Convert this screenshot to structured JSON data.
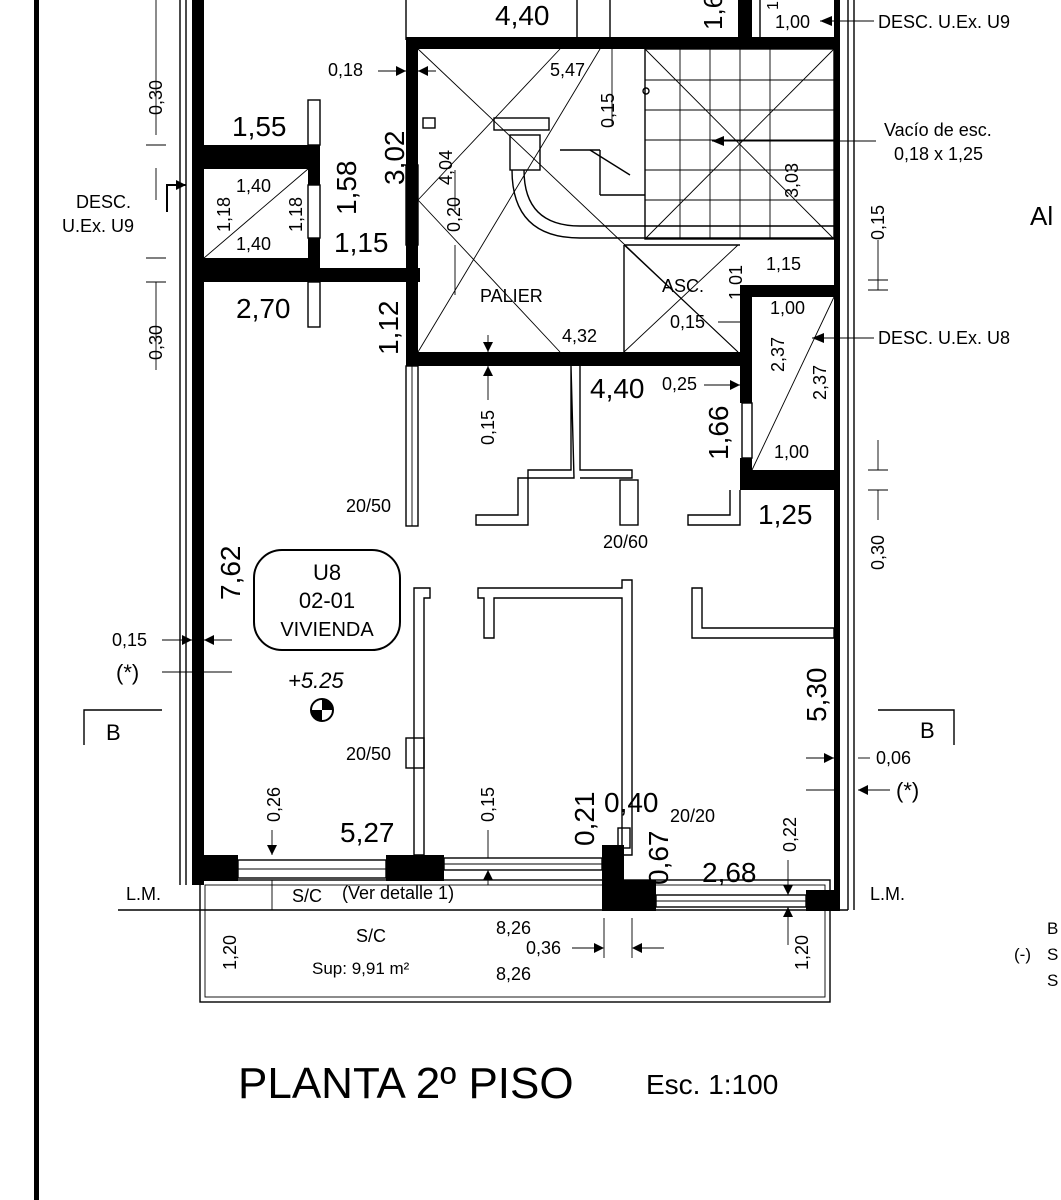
{
  "plan": {
    "title": "PLANTA 2º PISO",
    "scale": "Esc. 1:100",
    "unit_badge": {
      "line1": "U8",
      "line2": "02-01",
      "line3": "VIVIENDA"
    },
    "level": "+5.25",
    "section_marks": [
      "B",
      "B"
    ],
    "lm": [
      "L.M.",
      "L.M."
    ],
    "labels": {
      "palier": "PALIER",
      "asc": "ASC.",
      "vacio_line1": "Vacío de esc.",
      "vacio_line2": "0,18 x 1,25",
      "desc_u9_top": "DESC. U.Ex. U9",
      "desc_u9_left_1": "DESC.",
      "desc_u9_left_2": "U.Ex. U9",
      "desc_u8": "DESC. U.Ex. U8",
      "sc_ver": "S/C",
      "ver_detalle": "(Ver detalle 1)",
      "sc_balcony": "S/C",
      "sup": "Sup: 9,91 m²",
      "ast_left": "(*)",
      "ast_right": "(*)",
      "right_cut_al": "Al",
      "right_cut_b": "B",
      "right_cut_minus": "(-)",
      "right_cut_s1": "S",
      "right_cut_s2": "S",
      "cut_top_16": "1,6",
      "cut_top_1": "1"
    },
    "dims": {
      "d440_top": "4,40",
      "d100_top": "1,00",
      "d018": "0,18",
      "d547": "5,47",
      "d015_stair": "0,15",
      "d030_top": "0,30",
      "d155": "1,55",
      "d302": "3,02",
      "d404": "4,04",
      "d140_a": "1,40",
      "d118_a": "1,18",
      "d118_b": "1,18",
      "d158": "1,58",
      "d140_b": "1,40",
      "d115_a": "1,15",
      "d020": "0,20",
      "d303": "3,03",
      "d015_right": "0,15",
      "d115_b": "1,15",
      "d101": "1,01",
      "d270": "2,70",
      "d112": "1,12",
      "d030_mid": "0,30",
      "d432": "4,32",
      "d015_asc": "0,15",
      "d100_mid": "1,00",
      "d237_a": "2,37",
      "d237_b": "2,37",
      "d440_mid": "4,40",
      "d025": "0,25",
      "d015_below": "0,15",
      "d166": "1,66",
      "d100_low": "1,00",
      "d2050_a": "20/50",
      "d125": "1,25",
      "d2060": "20/60",
      "d030_right": "0,30",
      "d762": "7,62",
      "d015_left": "0,15",
      "d530": "5,30",
      "d2050_b": "20/50",
      "d006": "0,06",
      "d026": "0,26",
      "d015_win": "0,15",
      "d527": "5,27",
      "d021": "0,21",
      "d040": "0,40",
      "d2020": "20/20",
      "d022": "0,22",
      "d067": "0,67",
      "d268": "2,68",
      "d826_a": "8,26",
      "d036": "0,36",
      "d826_b": "8,26",
      "d120_a": "1,20",
      "d120_b": "1,20"
    }
  }
}
